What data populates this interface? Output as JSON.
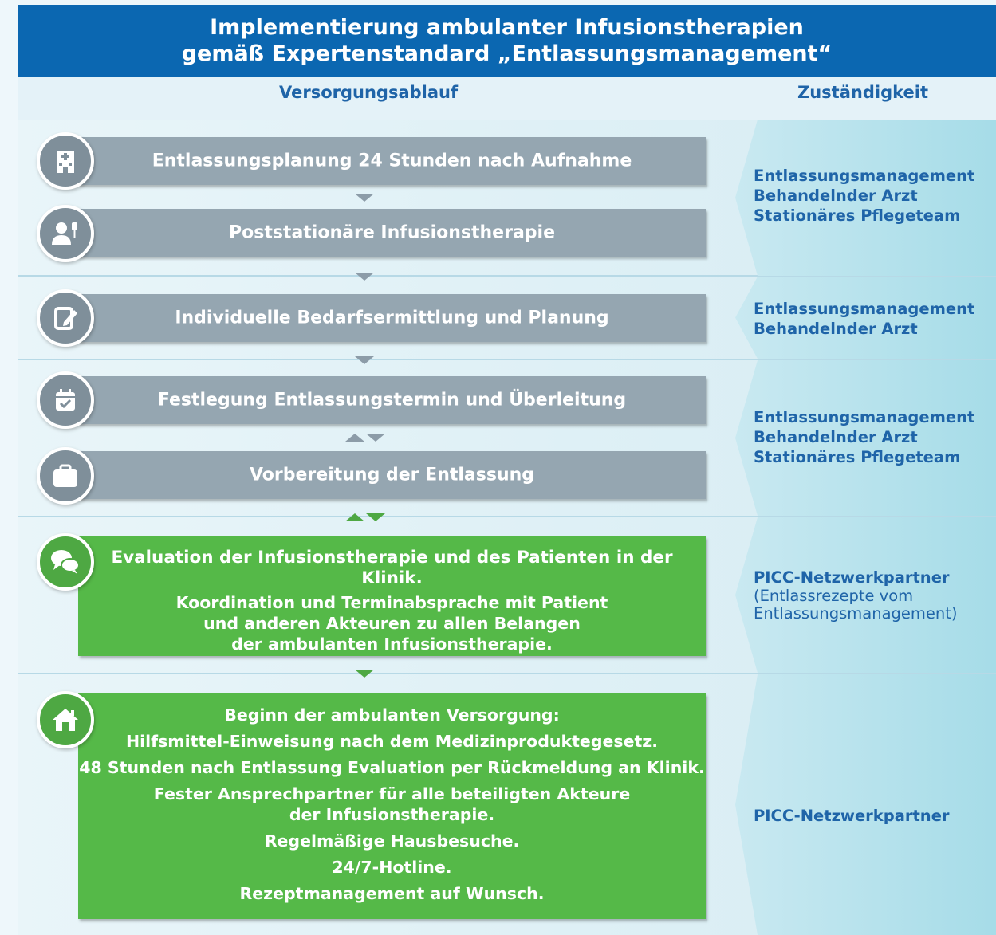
{
  "header": {
    "title_line1": "Implementierung ambulanter Infusionstherapien",
    "title_line2": "gemäß Expertenstandard „Entlassungsmanagement“"
  },
  "columns": {
    "left": "Versorgungsablauf",
    "right": "Zuständigkeit"
  },
  "steps": [
    {
      "label": "Entlassungsplanung 24 Stunden nach Aufnahme",
      "icon": "hospital-icon"
    },
    {
      "label": "Poststationäre Infusionstherapie",
      "icon": "patient-infusion-icon"
    },
    {
      "label": "Individuelle Bedarfsermittlung und Planung",
      "icon": "notepad-pen-icon"
    },
    {
      "label": "Festlegung Entlassungstermin und Überleitung",
      "icon": "calendar-check-icon"
    },
    {
      "label": "Vorbereitung der Entlassung",
      "icon": "suitcase-icon"
    }
  ],
  "evaluation": {
    "icon": "chat-bubbles-icon",
    "line1": "Evaluation der Infusionstherapie und des Patienten in der Klinik.",
    "line2": "Koordination und Terminabsprache mit Patient",
    "line3": "und anderen Akteuren zu allen Belangen",
    "line4": "der ambulanten Infusionstherapie."
  },
  "outpatient": {
    "icon": "home-icon",
    "lines": [
      "Beginn der ambulanten Versorgung:",
      "Hilfsmittel-Einweisung nach dem Medizinproduktegesetz.",
      "48 Stunden nach Entlassung Evaluation per Rückmeldung an Klinik.",
      "Fester Ansprechpartner für alle beteiligten Akteure",
      "der Infusionstherapie.",
      "Regelmäßige Hausbesuche.",
      "24/7-Hotline.",
      "Rezeptmanagement auf Wunsch."
    ]
  },
  "responsibilities": [
    {
      "lines": [
        "Entlassungsmanagement",
        "Behandelnder Arzt",
        "Stationäres Pflegeteam"
      ]
    },
    {
      "lines": [
        "Entlassungsmanagement",
        "Behandelnder Arzt"
      ]
    },
    {
      "lines": [
        "Entlassungsmanagement",
        "Behandelnder Arzt",
        "Stationäres Pflegeteam"
      ]
    },
    {
      "lines": [
        "PICC-Netzwerkpartner"
      ],
      "note_lines": [
        "(Entlassrezepte vom",
        "Entlassungsmanagement)"
      ]
    },
    {
      "lines": [
        "PICC-Netzwerkpartner"
      ]
    }
  ],
  "colors": {
    "header_blue": "#0b67b1",
    "label_blue": "#1f64a8",
    "grey_box": "#95a6b1",
    "green_box": "#55b948"
  }
}
